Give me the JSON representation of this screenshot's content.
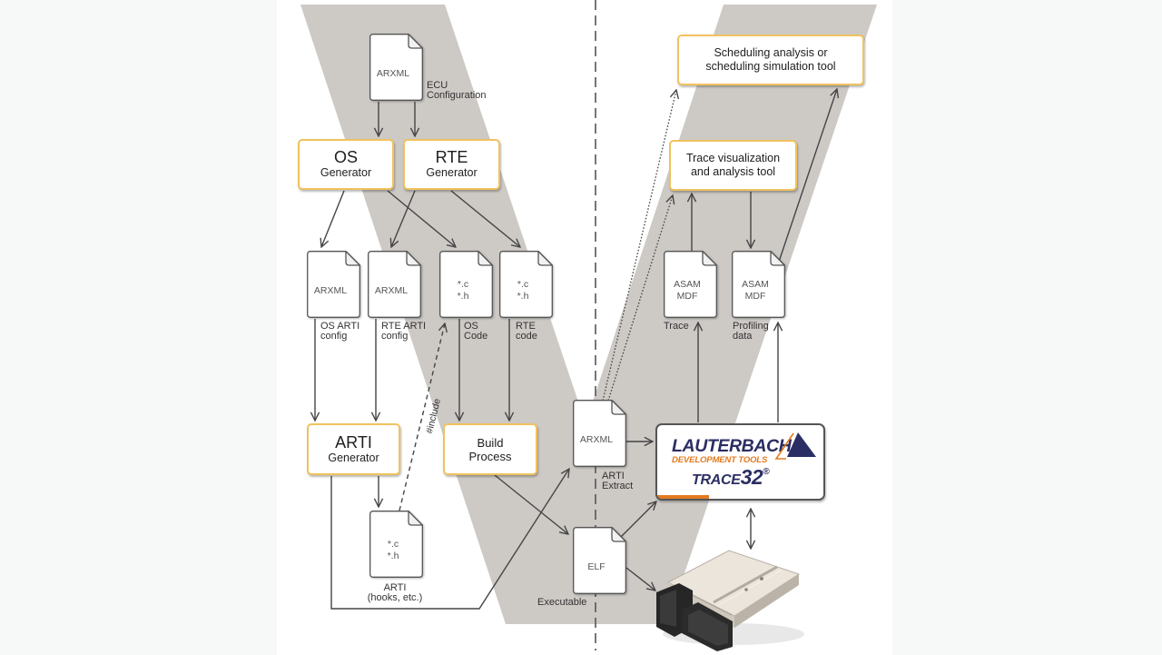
{
  "colors": {
    "tool_box_border": "#f0c25e",
    "v_model_background": "#cdc9c5",
    "connector_line": "#454545",
    "lauterbach_navy": "#2b2e63",
    "lauterbach_orange": "#e27b1f"
  },
  "documents": {
    "ecu_config": {
      "content": "ARXML",
      "caption": "ECU\nConfiguration"
    },
    "os_arti_config": {
      "content": "ARXML",
      "caption": "OS ARTI\nconfig"
    },
    "rte_arti_config": {
      "content": "ARXML",
      "caption": "RTE ARTI\nconfig"
    },
    "os_code": {
      "content": "*.c\n*.h",
      "caption": "OS\nCode"
    },
    "rte_code": {
      "content": "*.c\n*.h",
      "caption": "RTE\ncode"
    },
    "arti_hooks": {
      "content": "*.c\n*.h",
      "caption": "ARTI\n(hooks, etc.)"
    },
    "arti_extract": {
      "content": "ARXML",
      "caption": "ARTI\nExtract"
    },
    "elf": {
      "content": "ELF",
      "caption": "Executable"
    },
    "asam_trace": {
      "content": "ASAM\nMDF",
      "caption": "Trace"
    },
    "asam_profiling": {
      "content": "ASAM\nMDF",
      "caption": "Profiling\ndata"
    }
  },
  "tools": {
    "os_generator": {
      "title": "OS",
      "subtitle": "Generator"
    },
    "rte_generator": {
      "title": "RTE",
      "subtitle": "Generator"
    },
    "arti_generator": {
      "title": "ARTI",
      "subtitle": "Generator"
    },
    "build_process": {
      "label": "Build\nProcess"
    },
    "trace_visualization": {
      "label": "Trace visualization\nand analysis tool"
    },
    "scheduling_tool": {
      "label": "Scheduling analysis or\nscheduling simulation tool"
    }
  },
  "edge_labels": {
    "include": "#include"
  },
  "lauterbach": {
    "brand": "LAUTERBACH",
    "tagline": "DEVELOPMENT TOOLS",
    "product_prefix": "TRACE",
    "product_number": "32",
    "registered_mark": "®"
  },
  "hardware": {
    "name": "ECU hardware",
    "icon": "ecu-control-unit-image"
  },
  "edges": [
    {
      "id": "ecu-config-to-os-generator",
      "from": "ECU Configuration",
      "to": "OS Generator",
      "style": "solid"
    },
    {
      "id": "ecu-config-to-rte-generator",
      "from": "ECU Configuration",
      "to": "RTE Generator",
      "style": "solid"
    },
    {
      "id": "os-generator-to-os-arti-config",
      "from": "OS Generator",
      "to": "OS ARTI config",
      "style": "solid"
    },
    {
      "id": "os-generator-to-os-code",
      "from": "OS Generator",
      "to": "OS Code",
      "style": "solid"
    },
    {
      "id": "rte-generator-to-rte-arti-config",
      "from": "RTE Generator",
      "to": "RTE ARTI config",
      "style": "solid"
    },
    {
      "id": "rte-generator-to-rte-code",
      "from": "RTE Generator",
      "to": "RTE code",
      "style": "solid"
    },
    {
      "id": "os-arti-config-to-arti-generator",
      "from": "OS ARTI config",
      "to": "ARTI Generator",
      "style": "solid"
    },
    {
      "id": "rte-arti-config-to-arti-generator",
      "from": "RTE ARTI config",
      "to": "ARTI Generator",
      "style": "solid"
    },
    {
      "id": "os-code-to-build-process",
      "from": "OS Code",
      "to": "Build Process",
      "style": "solid"
    },
    {
      "id": "rte-code-to-build-process",
      "from": "RTE code",
      "to": "Build Process",
      "style": "solid"
    },
    {
      "id": "arti-hooks-include-os-code",
      "from": "ARTI (hooks, etc.)",
      "to": "OS Code",
      "style": "dashed"
    },
    {
      "id": "arti-generator-to-arti-hooks",
      "from": "ARTI Generator",
      "to": "ARTI (hooks, etc.)",
      "style": "solid"
    },
    {
      "id": "arti-generator-to-arti-extract",
      "from": "ARTI Generator",
      "to": "ARTI Extract",
      "style": "solid"
    },
    {
      "id": "build-process-to-elf",
      "from": "Build Process",
      "to": "Executable",
      "style": "solid"
    },
    {
      "id": "arti-extract-to-trace32",
      "from": "ARTI Extract",
      "to": "TRACE32",
      "style": "solid"
    },
    {
      "id": "elf-to-trace32",
      "from": "Executable",
      "to": "TRACE32",
      "style": "solid"
    },
    {
      "id": "elf-to-ecu",
      "from": "Executable",
      "to": "ECU hardware",
      "style": "solid"
    },
    {
      "id": "trace32-ecu-bidirectional",
      "from": "TRACE32",
      "to": "ECU hardware",
      "style": "bidirectional"
    },
    {
      "id": "trace32-to-asam-trace",
      "from": "TRACE32",
      "to": "Trace",
      "style": "solid"
    },
    {
      "id": "trace32-to-asam-profiling",
      "from": "TRACE32",
      "to": "Profiling data",
      "style": "solid"
    },
    {
      "id": "asam-trace-to-trace-viz",
      "from": "Trace",
      "to": "Trace visualization and analysis tool",
      "style": "solid"
    },
    {
      "id": "trace-viz-to-asam-profiling",
      "from": "Trace visualization and analysis tool",
      "to": "Profiling data",
      "style": "solid"
    },
    {
      "id": "asam-profiling-to-scheduling",
      "from": "Profiling data",
      "to": "Scheduling analysis or scheduling simulation tool",
      "style": "solid"
    },
    {
      "id": "arti-extract-to-scheduling",
      "from": "ARTI Extract",
      "to": "Scheduling analysis or scheduling simulation tool",
      "style": "dotted"
    },
    {
      "id": "arti-extract-to-trace-viz",
      "from": "ARTI Extract",
      "to": "Trace visualization and analysis tool",
      "style": "dotted"
    }
  ]
}
